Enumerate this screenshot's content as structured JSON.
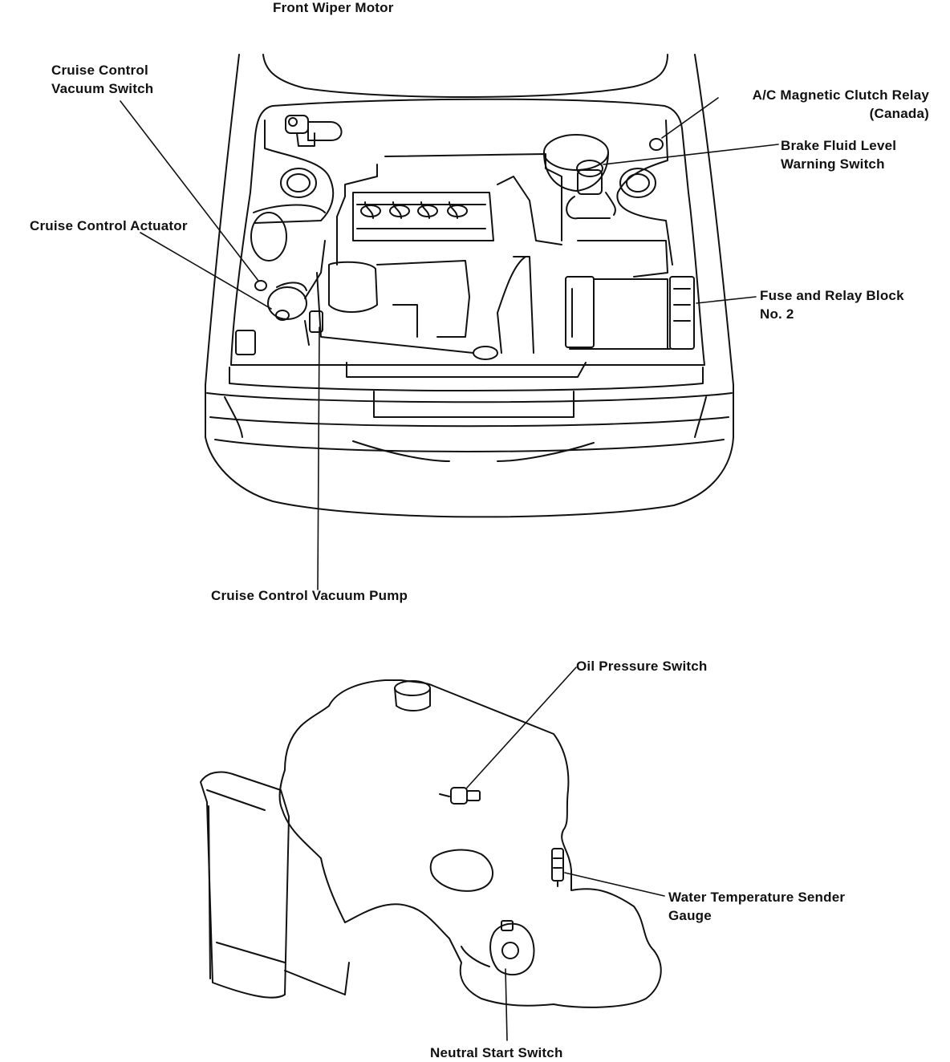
{
  "labels": {
    "front_wiper_motor": "Front Wiper Motor",
    "cruise_vacuum_switch_1": "Cruise Control",
    "cruise_vacuum_switch_2": "Vacuum Switch",
    "cruise_actuator": "Cruise Control Actuator",
    "ac_relay_1": "A/C Magnetic Clutch Relay",
    "ac_relay_2": "(Canada)",
    "brake_fluid_1": "Brake Fluid Level",
    "brake_fluid_2": "Warning Switch",
    "fuse_relay_1": "Fuse and Relay Block",
    "fuse_relay_2": "No. 2",
    "cruise_vacuum_pump": "Cruise Control Vacuum Pump",
    "oil_pressure_switch": "Oil Pressure Switch",
    "water_temp_1": "Water Temperature Sender",
    "water_temp_2": "Gauge",
    "neutral_start_switch": "Neutral Start Switch"
  },
  "colors": {
    "ink": "#111111",
    "background": "#ffffff"
  }
}
